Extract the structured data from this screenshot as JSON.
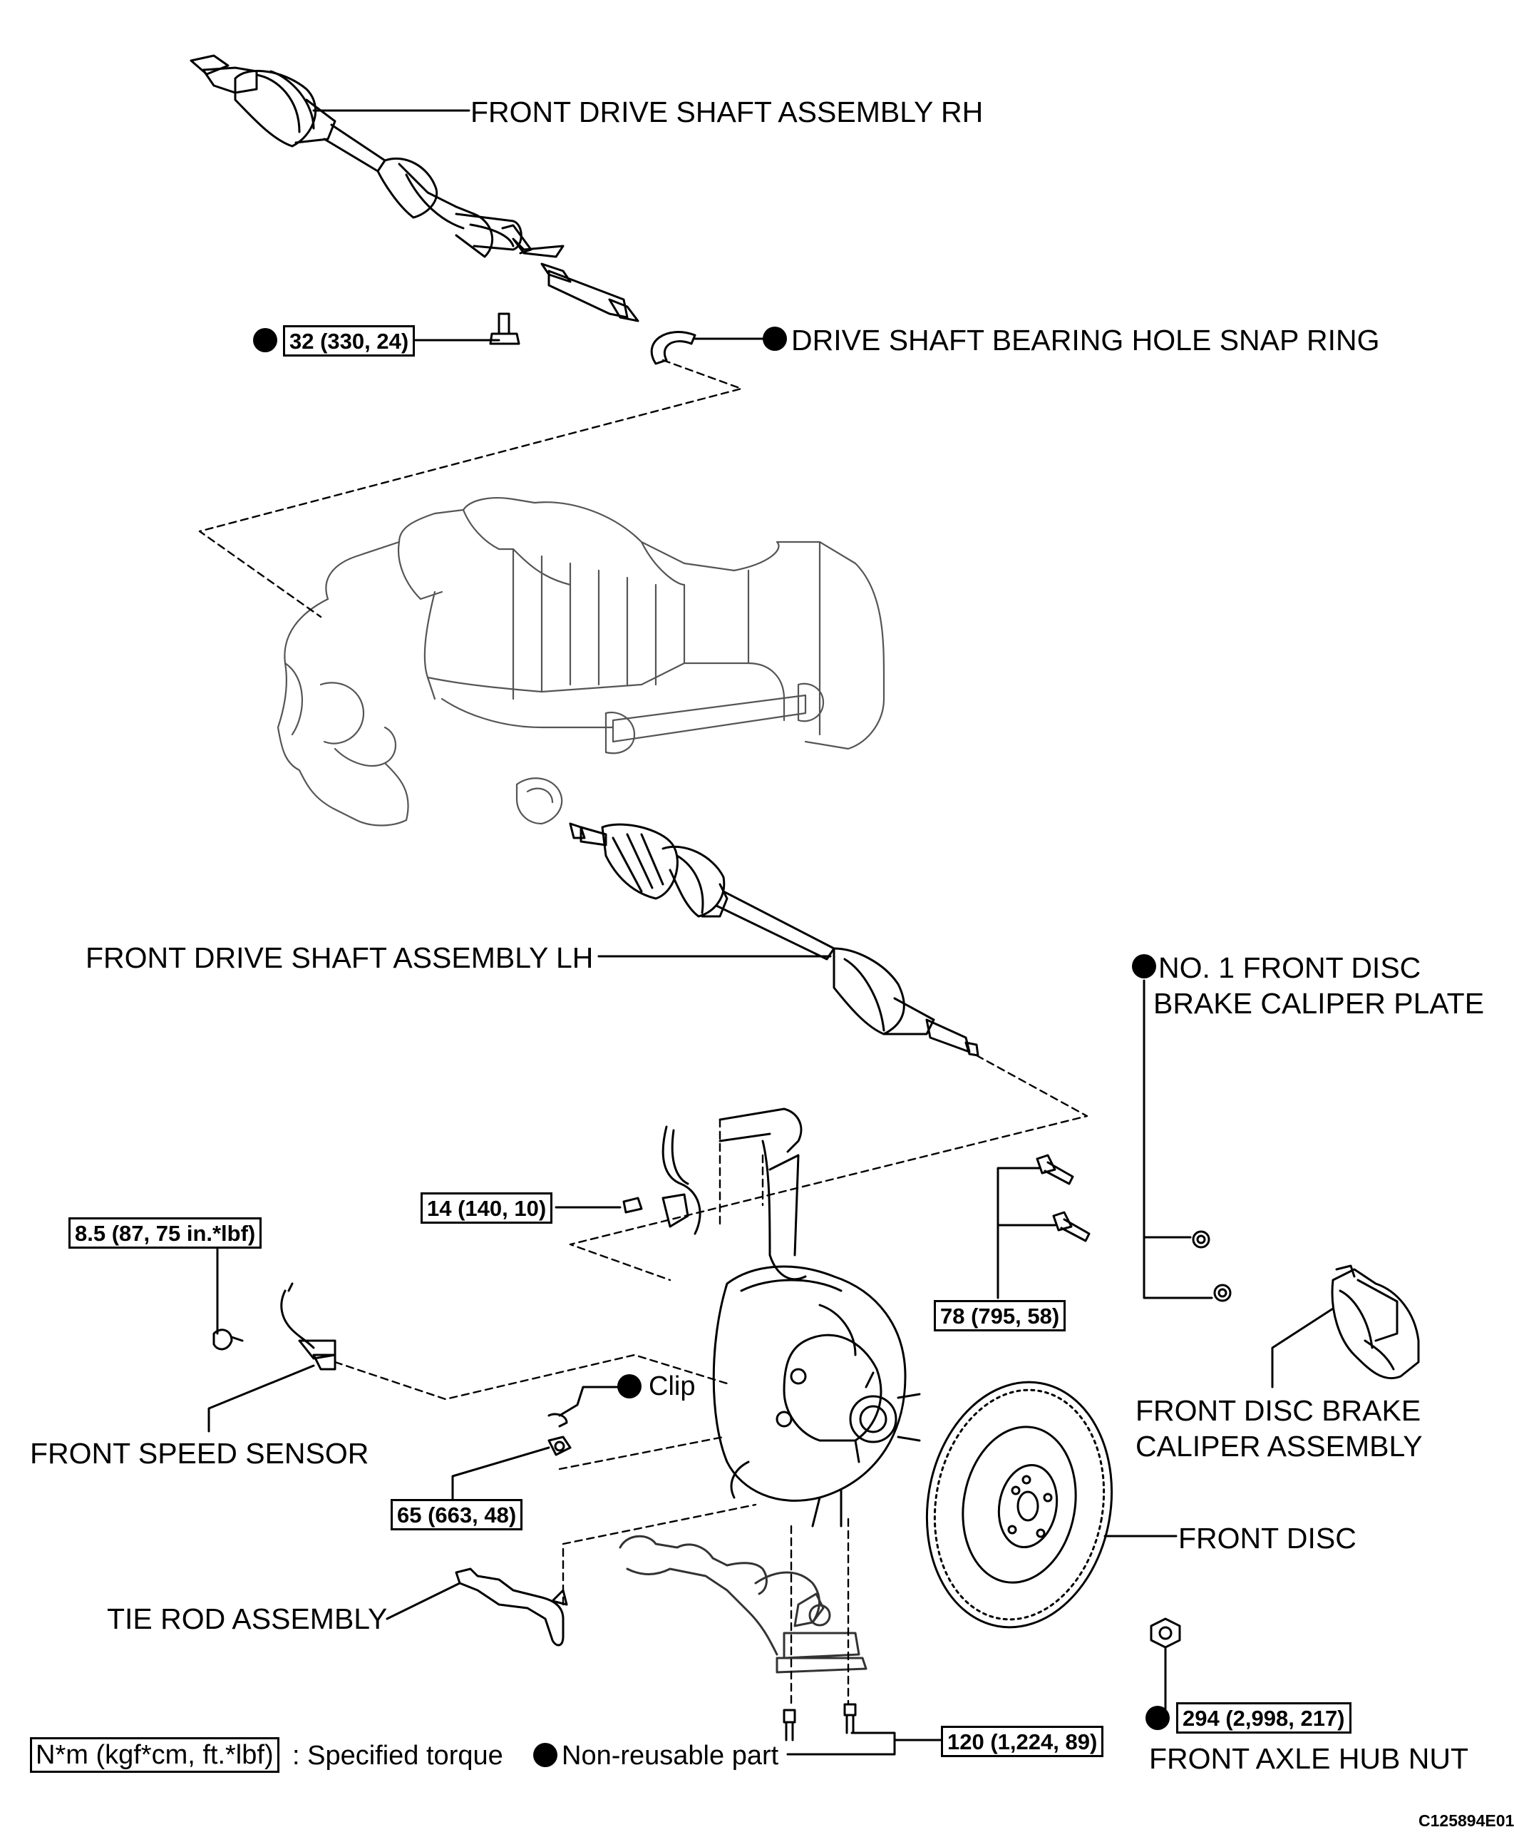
{
  "labels": {
    "drive_shaft_rh": "FRONT DRIVE SHAFT ASSEMBLY RH",
    "snap_ring": "DRIVE SHAFT BEARING HOLE SNAP RING",
    "drive_shaft_lh": "FRONT DRIVE SHAFT ASSEMBLY LH",
    "caliper_plate_line1": "NO. 1 FRONT DISC",
    "caliper_plate_line2": "BRAKE CALIPER PLATE",
    "caliper_assembly_line1": "FRONT DISC BRAKE",
    "caliper_assembly_line2": "CALIPER ASSEMBLY",
    "speed_sensor": "FRONT SPEED SENSOR",
    "clip": "Clip",
    "front_disc": "FRONT DISC",
    "tie_rod": "TIE ROD ASSEMBLY",
    "hub_nut": "FRONT AXLE HUB NUT",
    "figure_id": "C125894E01"
  },
  "torques": {
    "bearing_bolt": "32 (330, 24)",
    "speed_sensor_bolt": "8.5 (87, 75 in.*lbf)",
    "bracket_bolt": "14 (140, 10)",
    "caliper_bolts": "78 (795, 58)",
    "knuckle_nut": "65 (663, 48)",
    "hub_nut": "294 (2,998, 217)",
    "lower_arm_bolts": "120 (1,224, 89)"
  },
  "legend": {
    "unit_box": "N*m (kgf*cm, ft.*lbf)",
    "specified_torque": ": Specified torque",
    "non_reusable": "Non-reusable part"
  }
}
